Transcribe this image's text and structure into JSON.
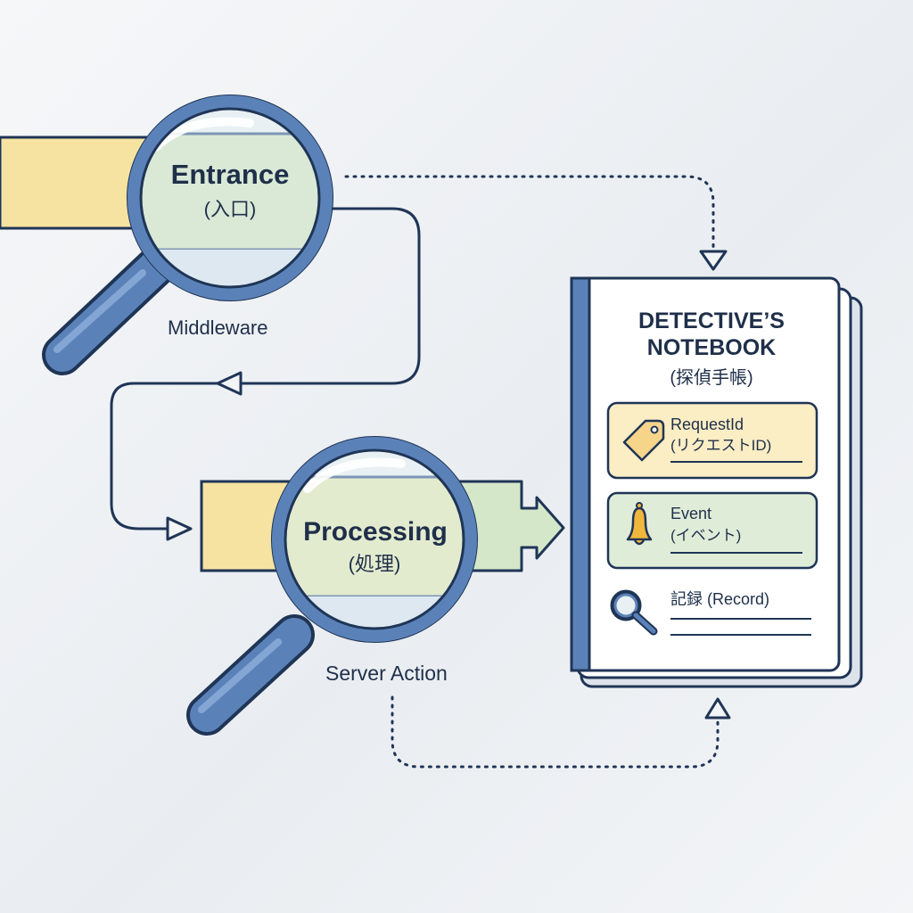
{
  "entrance": {
    "title": "Entrance",
    "subtitle": "(入口)",
    "caption": "Middleware"
  },
  "processing": {
    "title": "Processing",
    "subtitle": "(処理)",
    "caption": "Server Action"
  },
  "notebook": {
    "title_line1": "DETECTIVE’S",
    "title_line2": "NOTEBOOK",
    "title_jp": "(探偵手帳)",
    "items": [
      {
        "icon": "tag-icon",
        "label": "RequestId",
        "sublabel": "(リクエストID)"
      },
      {
        "icon": "bell-icon",
        "label": "Event",
        "sublabel": "(イベント)"
      },
      {
        "icon": "magnifier-icon",
        "label": "記録 (Record)"
      }
    ]
  },
  "colors": {
    "outline": "#1f3556",
    "lens_blue": "#5b82b8",
    "yellow": "#f6e3a2",
    "green": "#d4e7c9",
    "bell": "#f1b73c"
  }
}
